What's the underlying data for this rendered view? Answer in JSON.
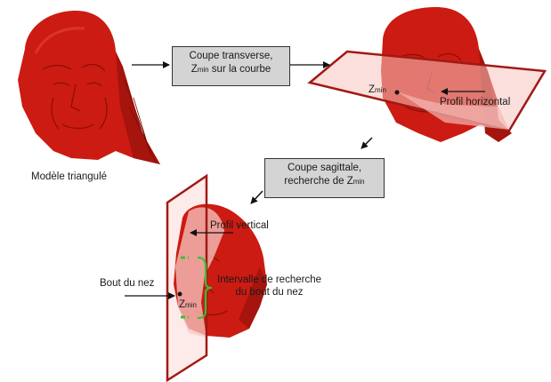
{
  "colors": {
    "mesh": "#cc1b12",
    "mesh_dark": "#7a0b06",
    "plane": "#f4b8b3",
    "frame": "#a01a14",
    "bracket": "#3bbf3b",
    "box_bg": "#d4d4d4"
  },
  "labels": {
    "model": "Modèle triangulé",
    "step1_line1": "Coupe transverse,",
    "step1_line2_pre": "Z",
    "step1_line2_sub": "min",
    "step1_line2_post": " sur la courbe",
    "step2_line1": "Coupe sagittale,",
    "step2_line2_pre": "recherche de Z",
    "step2_line2_sub": "min",
    "zmin_pre": "Z",
    "zmin_sub": "min",
    "profil_horizontal": "Profil horizontal",
    "profil_vertical": "Profil vertical",
    "bout_du_nez": "Bout du nez",
    "intervalle_line1": "Intervalle de recherche",
    "intervalle_line2": "du bout du nez"
  }
}
